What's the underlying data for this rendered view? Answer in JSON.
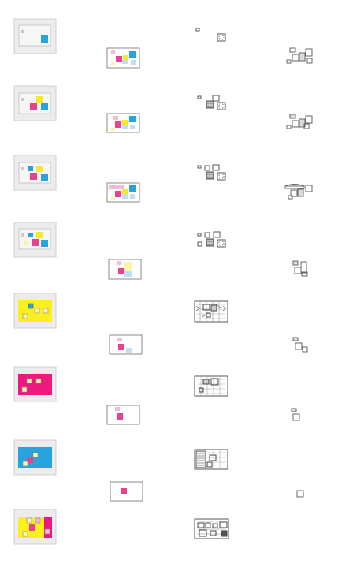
{
  "colors": {
    "cyan": "#29a3dc",
    "magenta": "#e5438c",
    "yellow": "#f6e92a",
    "pink_light": "#f5b9d4",
    "yellow_light": "#fbf3a6",
    "blue_light": "#c2def3",
    "hot_pink": "#ec1a7e",
    "sky_blue": "#27a4dd",
    "bright_yellow": "#fbef1d",
    "panel_grey": "#ececec",
    "canvas_grey": "#f2f2f2",
    "outline": "#999999",
    "sketch_line": "#555555"
  },
  "columns": [
    {
      "name": "source-thumbnail",
      "description_visible": false
    },
    {
      "name": "composed-layout"
    },
    {
      "name": "wireframe-sketch"
    },
    {
      "name": "icon-cluster"
    }
  ],
  "rows": [
    {
      "id": 1,
      "thumbnail_background": "light",
      "layout_squares": [
        "pink_light",
        "magenta",
        "yellow",
        "cyan",
        "blue_light",
        "yellow_light"
      ],
      "icon_cluster": "grid-windows"
    },
    {
      "id": 2,
      "thumbnail_background": "light",
      "layout_squares": [
        "pink_light",
        "magenta",
        "yellow",
        "cyan",
        "blue_light",
        "yellow_light"
      ],
      "icon_cluster": "grid-windows"
    },
    {
      "id": 3,
      "thumbnail_background": "light",
      "layout_squares": [
        "pink_light",
        "magenta",
        "yellow",
        "cyan",
        "blue_light",
        "yellow_light"
      ],
      "icon_cluster": "arched-windows"
    },
    {
      "id": 4,
      "thumbnail_background": "light",
      "layout_squares": [
        "pink_light",
        "magenta",
        "yellow_light",
        "blue_light"
      ],
      "icon_cluster": "stacked-windows"
    },
    {
      "id": 5,
      "thumbnail_background": "yellow",
      "layout_squares": [
        "pink_light",
        "magenta",
        "blue_light"
      ],
      "icon_cluster": "two-windows"
    },
    {
      "id": 6,
      "thumbnail_background": "hot_pink",
      "layout_squares": [
        "pink_light",
        "magenta"
      ],
      "icon_cluster": "single-window-tab"
    },
    {
      "id": 7,
      "thumbnail_background": "sky_blue",
      "layout_squares": [
        "magenta"
      ],
      "icon_cluster": "single-window"
    },
    {
      "id": 8,
      "thumbnail_background": "yellow_magenta",
      "layout_squares": [],
      "icon_cluster": "none"
    }
  ]
}
